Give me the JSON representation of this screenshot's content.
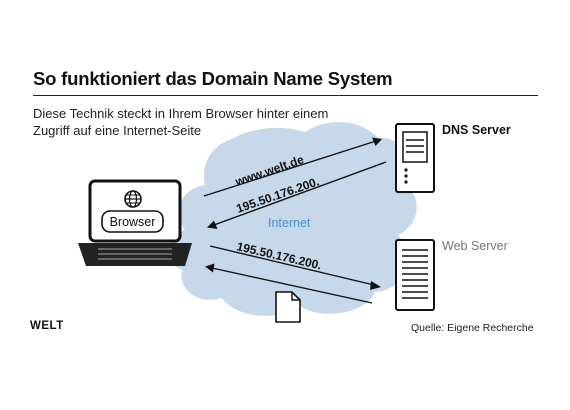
{
  "title": "So funktioniert das Domain Name System",
  "subtitle_line1": "Diese Technik steckt in Ihrem Browser hinter einem",
  "subtitle_line2": "Zugriff auf eine Internet-Seite",
  "browser_label": "Browser",
  "internet_label": "Internet",
  "dns_server_label": "DNS Server",
  "web_server_label": "Web Server",
  "request_domain": "www.welt.de",
  "dns_response_ip": "195.50.176.200.",
  "web_request_ip": "195.50.176.200.",
  "logo": "WELT",
  "source": "Quelle: Eigene Recherche",
  "colors": {
    "cloud_fill": "#c6d8ea",
    "internet_text": "#4a90c8",
    "text": "#111111",
    "web_server_label": "#777777"
  }
}
